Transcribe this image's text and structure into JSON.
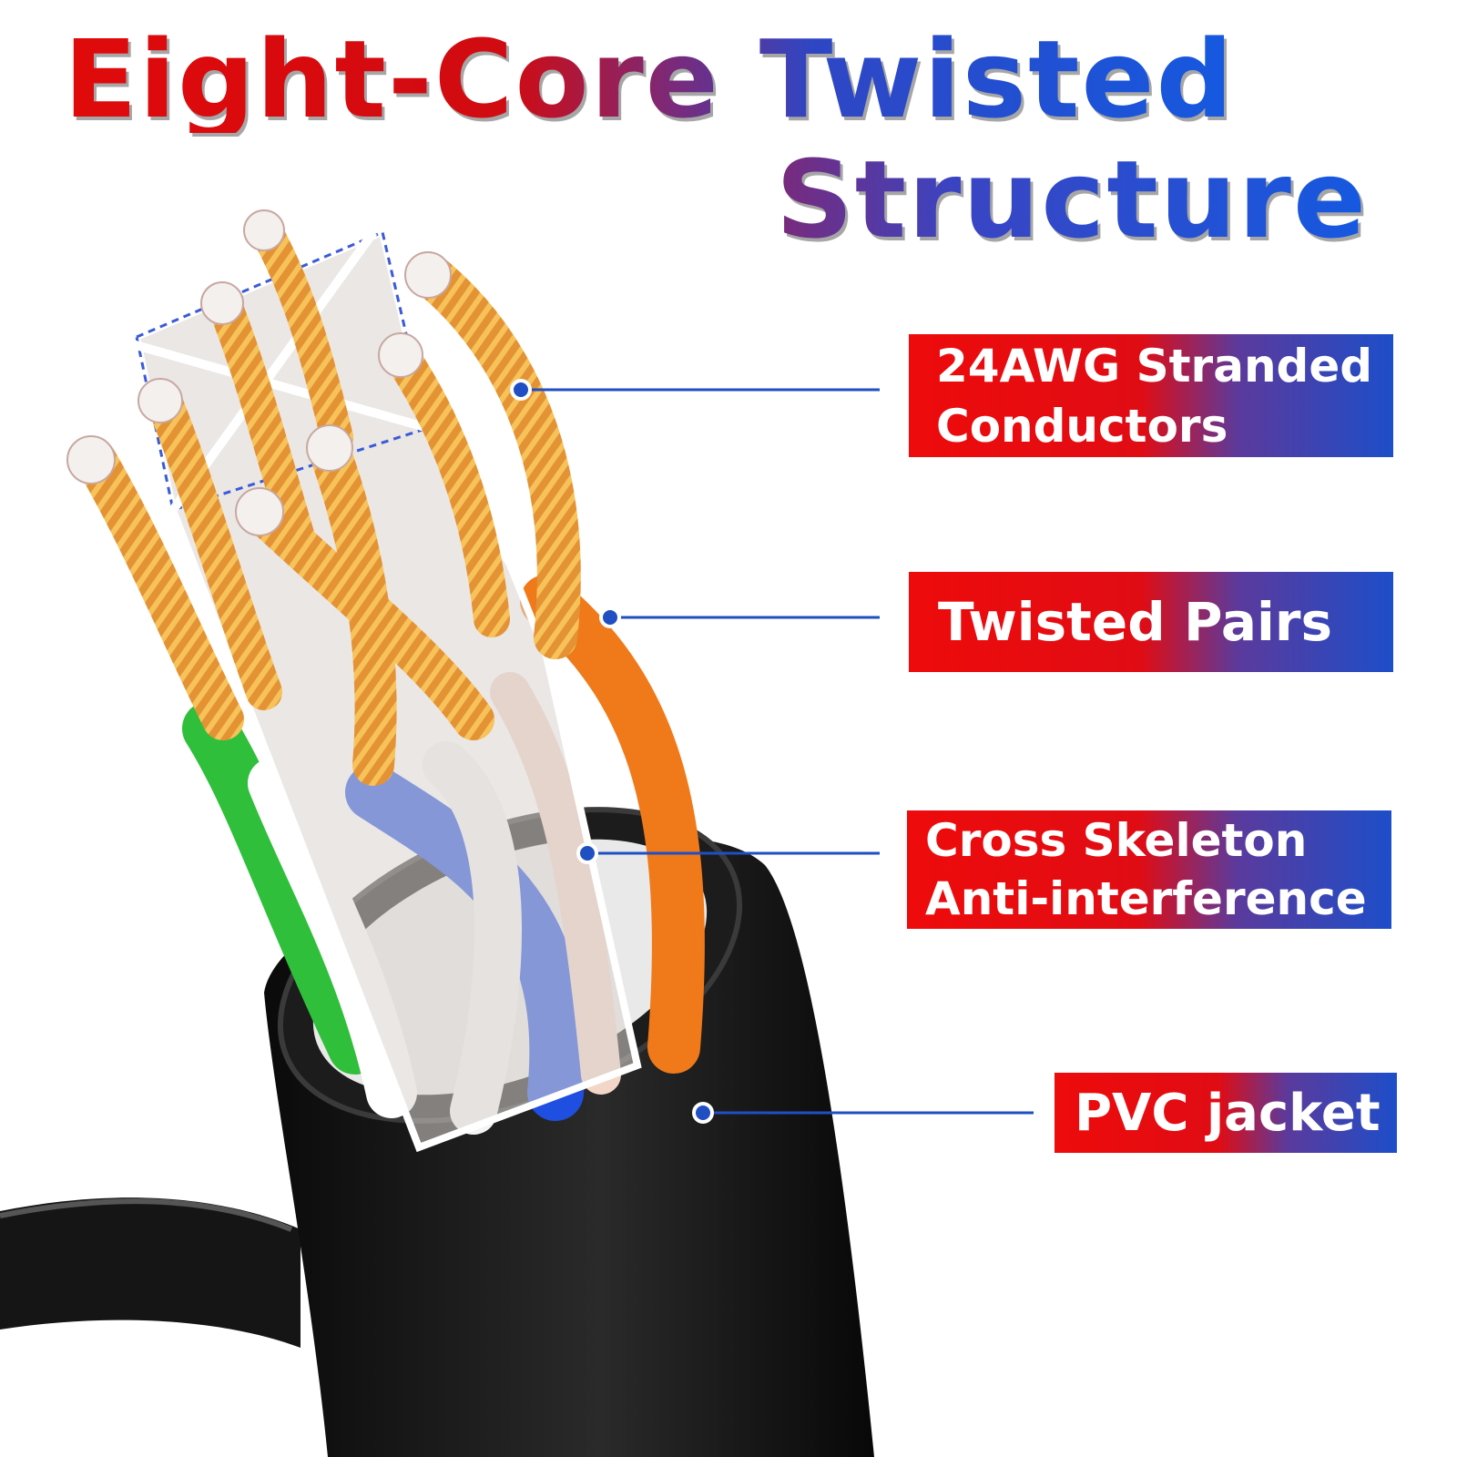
{
  "title": {
    "line1": "Eight-Core Twisted",
    "line2": "Structure"
  },
  "callouts": {
    "conductors": {
      "line1": "24AWG Stranded",
      "line2": "Conductors"
    },
    "pairs": {
      "line1": "Twisted Pairs"
    },
    "skeleton": {
      "line1": "Cross Skeleton",
      "line2": "Anti-interference"
    },
    "jacket": {
      "line1": "PVC jacket"
    }
  },
  "colors": {
    "title_red": "#e00a0a",
    "title_blue": "#1559e0",
    "callout_red": "#ee0b0b",
    "callout_blue": "#1d4ec9",
    "leader_line": "#1f4fc2",
    "jacket": "#111111",
    "copper": "#e08a2a",
    "pair_orange": "#f07a1a",
    "pair_green": "#2fbf3a",
    "pair_blue": "#1f4fe0",
    "pair_brown": "#b8826a"
  },
  "icons": {
    "jacket": "black-cable-jacket-icon",
    "wires": "copper-strand-icon",
    "skeleton": "cross-separator-icon"
  }
}
